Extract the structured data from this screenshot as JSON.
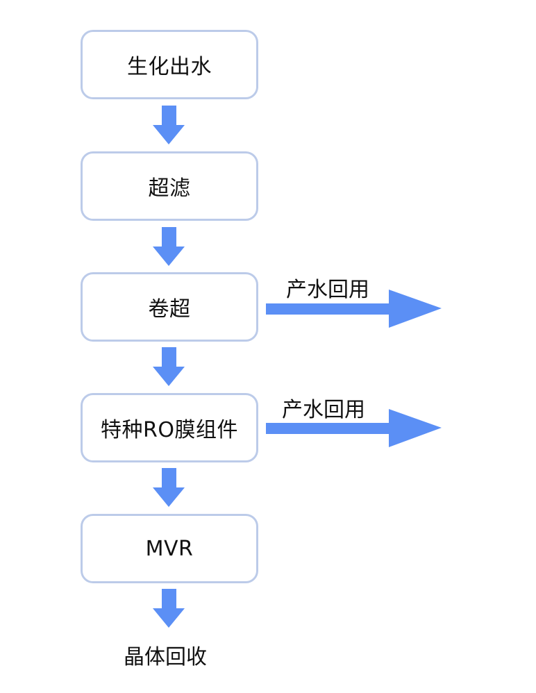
{
  "steps": [
    {
      "label": "生化出水"
    },
    {
      "label": "超滤"
    },
    {
      "label": "卷超"
    },
    {
      "label": "特种RO膜组件"
    },
    {
      "label": "MVR"
    }
  ],
  "side_outputs": [
    {
      "label": "产水回用"
    },
    {
      "label": "产水回用"
    }
  ],
  "final_output": {
    "label": "晶体回收"
  },
  "colors": {
    "box_border": "#bccbe9",
    "arrow": "#5b8ff5"
  }
}
